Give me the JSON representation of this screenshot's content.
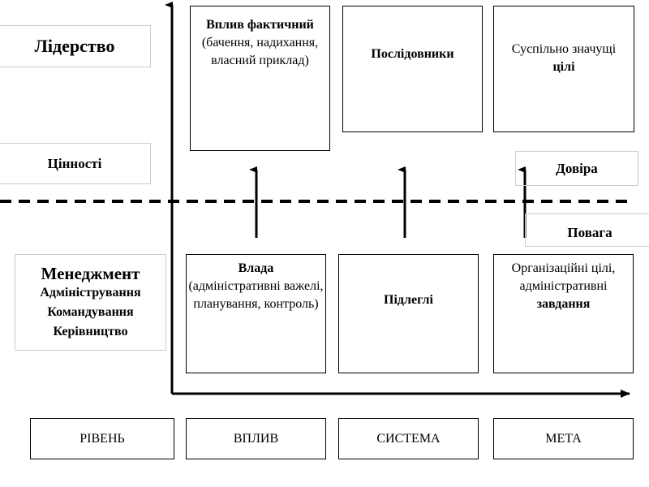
{
  "left_labels": {
    "leadership": "Лідерство",
    "values": "Цінності",
    "management": [
      "Менеджмент",
      "Адміністрування",
      "Командування",
      "Керівництво"
    ]
  },
  "top_row": {
    "influence": {
      "bold": "Вплив фактичний",
      "normal": " (бачення, надихання, власний приклад)"
    },
    "system": "Послідовники",
    "goal": {
      "normal": "Суспільно значущі",
      "bold": "цілі"
    }
  },
  "side_labels": {
    "trust": "Довіра",
    "respect": "Повага"
  },
  "bottom_row": {
    "influence": {
      "bold": "Влада",
      "normal": "(адміністративні важелі, планування, контроль)"
    },
    "system": "Підлеглі",
    "goal": {
      "normal": "Організаційні цілі, адміністративні",
      "bold": "завдання"
    }
  },
  "footer": [
    "РІВЕНЬ",
    "ВПЛИВ",
    "СИСТЕМА",
    "МЕТА"
  ]
}
